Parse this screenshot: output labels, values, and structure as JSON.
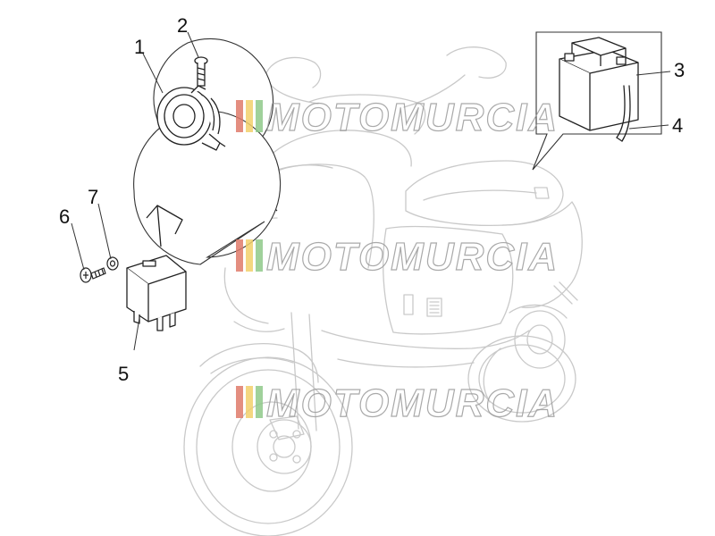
{
  "callouts": {
    "c1": "1",
    "c2": "2",
    "c3": "3",
    "c4": "4",
    "c5": "5",
    "c6": "6",
    "c7": "7"
  },
  "watermark": {
    "text": "MOTOMURCIA",
    "stripe_colors": [
      "#e07a6a",
      "#f2d06b",
      "#8fc98a"
    ]
  },
  "colors": {
    "scooter_line": "#c9c9c9",
    "part_line": "#222222",
    "leader_line": "#333333"
  }
}
